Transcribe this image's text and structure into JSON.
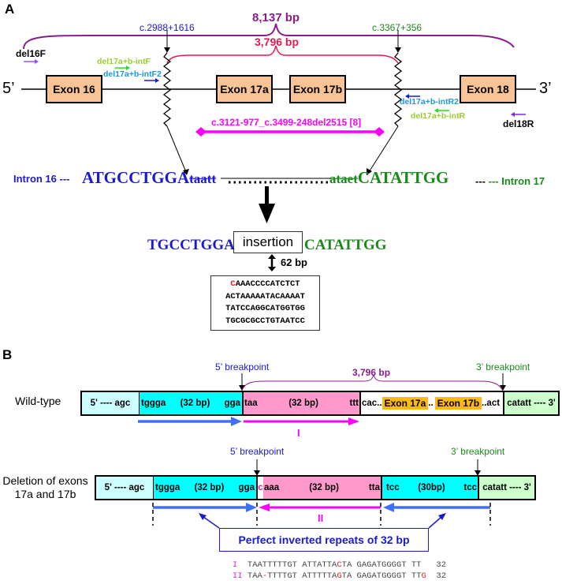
{
  "panel_a": {
    "label": "A",
    "span_total": "8,137 bp",
    "span_deleted": "3,796 bp",
    "bp_5": "c.2988+1616",
    "bp_3": "c.3367+356",
    "end_5": "5’",
    "end_3": "3’",
    "exons": [
      "Exon 16",
      "Exon 17a",
      "Exon 17b",
      "Exon 18"
    ],
    "primers": {
      "del16F": "del16F",
      "intF": "del17a+b-intF",
      "intF2": "del17a+b-intF2",
      "intR2": "del17a+b-intR2",
      "intR": "del17a+b-intR",
      "del18R": "del18R"
    },
    "prior_deletion": "c.3121-977_c.3499-248del2515 [8]",
    "intron16_label": "Intron 16 ---",
    "intron16_seq_upper": "ATGCCTGGA",
    "intron16_seq_lower": "taatt",
    "intron17_seq_lower": "ataet",
    "intron17_seq_upper": "CATATTGG",
    "intron17_label": "--- Intron 17",
    "junction_left": "TGCCTGGA",
    "junction_insertion": "insertion",
    "junction_right": "CATATTGG",
    "insertion_size": "62 bp",
    "insertion_first_base": "C",
    "insertion_lines": [
      "AAACCCCATCTCT",
      "ACTAAAAATACAAAAT",
      "TATCCAGGCATGGTGG",
      "TGCGCGCCTGTAATCC"
    ]
  },
  "panel_b": {
    "label": "B",
    "wt": {
      "row_label": "Wild-type",
      "bp5": "5’ breakpoint",
      "bp3": "3’ breakpoint",
      "span": "3,796 bp",
      "seg1": "5' ---- agc",
      "seg2_left": "tggga",
      "seg2_mid": "(32 bp)",
      "seg2_right": "gga",
      "seg3_left": "taa",
      "seg3_mid": "(32 bp)",
      "seg3_right": "ttt",
      "seg4_a": "cac..",
      "seg4_exon_a": "Exon 17a",
      "seg4_b": "..",
      "seg4_exon_b": "Exon 17b",
      "seg4_c": "..act",
      "seg5": "catatt ---- 3'",
      "repeat_label": "I"
    },
    "del": {
      "row_label_1": "Deletion of exons",
      "row_label_2": "17a and 17b",
      "bp5": "5’ breakpoint",
      "bp3": "3’ breakpoint",
      "seg1": "5' ---- agc",
      "seg2_left": "tggga",
      "seg2_mid": "(32 bp)",
      "seg2_right": "gga",
      "ins_base": "c",
      "seg3_left": "aaa",
      "seg3_mid": "(32 bp)",
      "seg3_right": "tta",
      "seg4_left": "tcc",
      "seg4_mid": "(30bp)",
      "seg4_right": "tcc",
      "seg5": "catatt ---- 3'",
      "repeat_label": "II"
    },
    "callout": "Perfect inverted repeats of 32 bp",
    "alignment": [
      {
        "label": "I",
        "parts": [
          {
            "t": "TAATTTTTGT ATTATTA",
            "c": "#444444"
          },
          {
            "t": "C",
            "c": "#e02020"
          },
          {
            "t": "TA GAGATGGGGT TT",
            "c": "#444444"
          },
          {
            "t": "   32",
            "c": "#444444"
          }
        ]
      },
      {
        "label": "II",
        "parts": [
          {
            "t": "TAA",
            "c": "#444444"
          },
          {
            "t": "-",
            "c": "#e02020"
          },
          {
            "t": "TTTTGT ATTTTTA",
            "c": "#444444"
          },
          {
            "t": "G",
            "c": "#e02020"
          },
          {
            "t": "TA GAGATGGGGT TT",
            "c": "#444444"
          },
          {
            "t": "G",
            "c": "#e02020"
          },
          {
            "t": "  32",
            "c": "#444444"
          }
        ]
      }
    ]
  },
  "colors": {
    "purple": "#8b1a8b",
    "red": "#e8174d",
    "magenta": "#ff00ff",
    "blue_text": "#1a1ad0",
    "green_text": "#1a8a1a",
    "exon_fill": "#f9c495",
    "cyan_light": "#ccffff",
    "cyan": "#00ffff",
    "pink": "#ff99cc",
    "green_light": "#ccffcc",
    "orange": "#fdb813",
    "arrow_blue": "#3f6fff"
  }
}
